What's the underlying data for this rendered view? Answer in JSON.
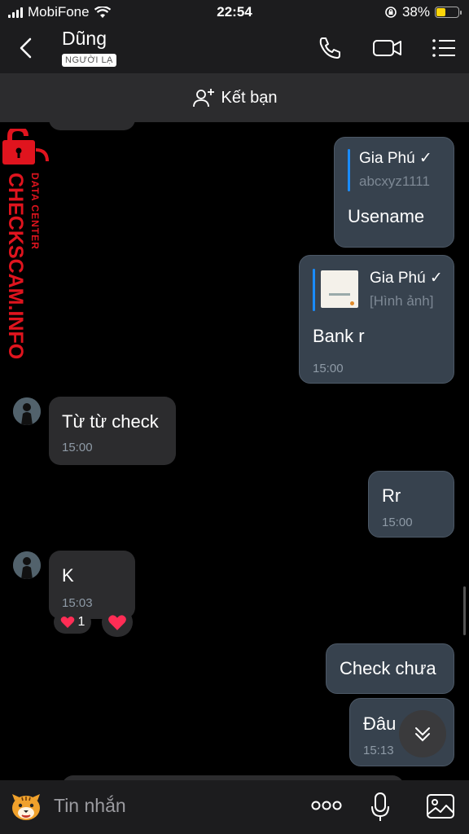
{
  "status": {
    "carrier": "MobiFone",
    "time": "22:54",
    "battery": "38%",
    "battery_level": 0.38
  },
  "header": {
    "contact_name": "Dũng",
    "badge": "NGƯỜI LẠ"
  },
  "add_friend": {
    "label": "Kết bạn"
  },
  "watermark": {
    "line1": "CHECKSCAM.INFO",
    "line2": "DATA CENTER"
  },
  "messages": {
    "m1": {
      "reply_name": "Gia Phú ✓",
      "reply_sub": "abcxyz1111",
      "text": "Usename"
    },
    "m2": {
      "reply_name": "Gia Phú ✓",
      "reply_sub": "[Hình ảnh]",
      "text": "Bank r",
      "time": "15:00"
    },
    "m3": {
      "text": "Từ từ check",
      "time": "15:00"
    },
    "m4": {
      "text": "Rr",
      "time": "15:00"
    },
    "m5": {
      "text": "K",
      "time": "15:03",
      "reaction_count": "1"
    },
    "m6": {
      "text": "Check chưa"
    },
    "m7": {
      "text": "Đâu",
      "time": "15:13"
    }
  },
  "composer": {
    "placeholder": "Tin nhắn"
  },
  "colors": {
    "accent": "#1a8cff",
    "reaction_red": "#ff2d55",
    "watermark_red": "#e0141e"
  }
}
